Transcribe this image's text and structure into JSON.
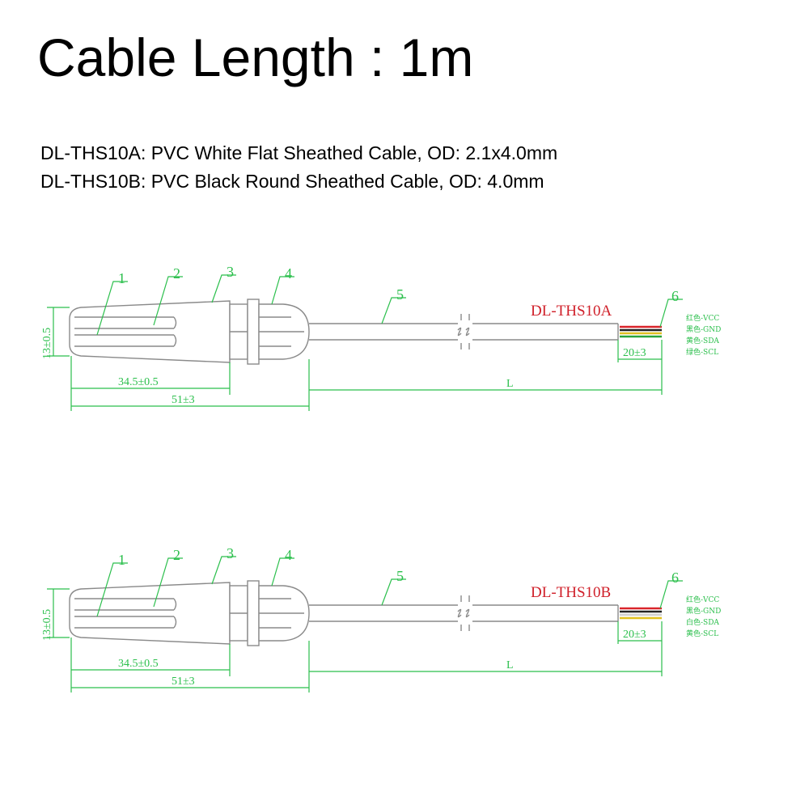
{
  "title": "Cable Length : 1m",
  "specs": [
    "DL-THS10A: PVC White Flat Sheathed Cable, OD: 2.1x4.0mm",
    "DL-THS10B: PVC Black Round Sheathed Cable, OD: 4.0mm"
  ],
  "drawings": [
    {
      "model": "DL-THS10A",
      "parts": [
        "1",
        "2",
        "3",
        "4",
        "5",
        "6"
      ],
      "dimensions": {
        "height": "13±0.5",
        "probe": "34.5±0.5",
        "overall": "51±3",
        "strip": "20±3",
        "length": "L"
      },
      "wires": [
        "红色-VCC",
        "黑色-GND",
        "黄色-SDA",
        "绿色-SCL"
      ],
      "wire_colors": [
        "#d9242b",
        "#222222",
        "#e0c020",
        "#2aa43a"
      ]
    },
    {
      "model": "DL-THS10B",
      "parts": [
        "1",
        "2",
        "3",
        "4",
        "5",
        "6"
      ],
      "dimensions": {
        "height": "13±0.5",
        "probe": "34.5±0.5",
        "overall": "51±3",
        "strip": "20±3",
        "length": "L"
      },
      "wires": [
        "红色-VCC",
        "黑色-GND",
        "白色-SDA",
        "黄色-SCL"
      ],
      "wire_colors": [
        "#d9242b",
        "#222222",
        "#cfcfcf",
        "#e0c020"
      ]
    }
  ],
  "colors": {
    "dimension": "#2bbf4c",
    "model_label": "#d0202a",
    "outline": "#8a8a8a"
  }
}
